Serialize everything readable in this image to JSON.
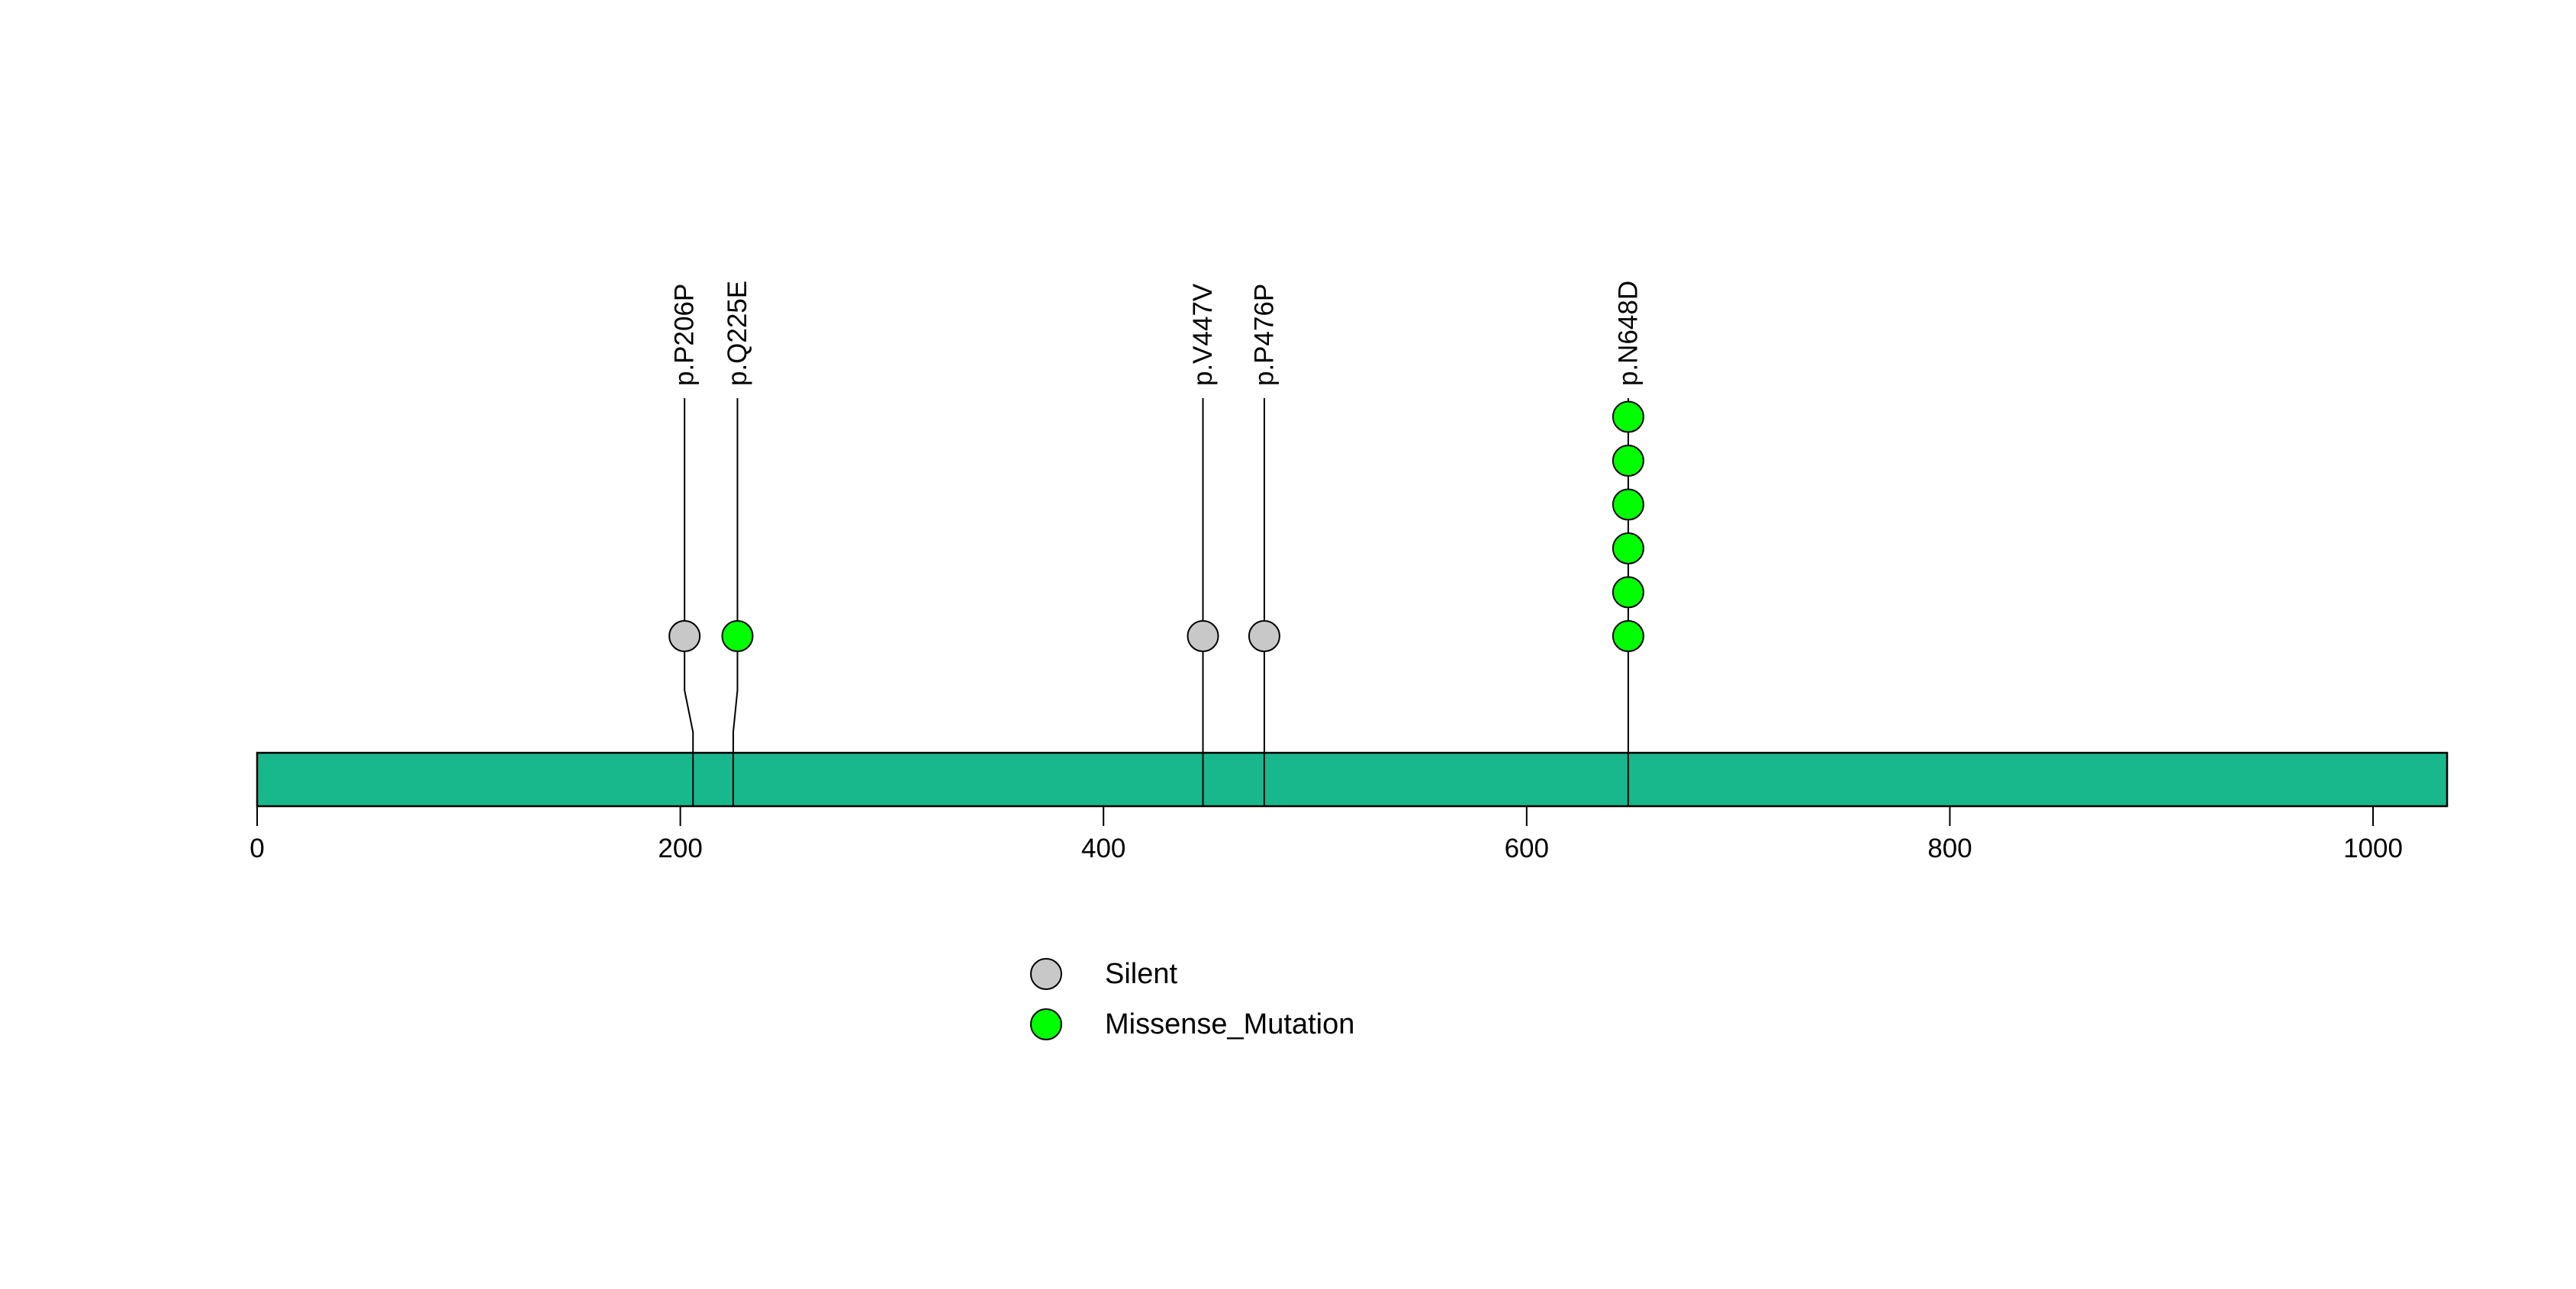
{
  "page": {
    "background_color": "#FFFFFF"
  },
  "chart_data": {
    "type": "lollipop",
    "title": "",
    "xlabel": "",
    "ylabel": "",
    "grid": false,
    "xlim": [
      0,
      1035
    ],
    "x_ticks": [
      0,
      200,
      400,
      600,
      800,
      1000
    ],
    "protein_track": {
      "start": 0,
      "end": 1035,
      "color": "#19B78C",
      "border_color": "#000000"
    },
    "mutations": [
      {
        "label": "p.P206P",
        "classification": "Silent",
        "position": 206,
        "count": 1,
        "label_position": 202
      },
      {
        "label": "p.Q225E",
        "classification": "Missense_Mutation",
        "position": 225,
        "count": 1,
        "label_position": 227
      },
      {
        "label": "p.V447V",
        "classification": "Silent",
        "position": 447,
        "count": 1,
        "label_position": 447
      },
      {
        "label": "p.P476P",
        "classification": "Silent",
        "position": 476,
        "count": 1,
        "label_position": 476
      },
      {
        "label": "p.N648D",
        "classification": "Missense_Mutation",
        "position": 648,
        "count": 6,
        "label_position": 648
      }
    ],
    "classes": [
      {
        "name": "Silent",
        "color": "#C8C8C8"
      },
      {
        "name": "Missense_Mutation",
        "color": "#00FF00"
      }
    ],
    "legend_position": "bottom-center",
    "stem_color": "#000000",
    "text_color": "#000000"
  }
}
